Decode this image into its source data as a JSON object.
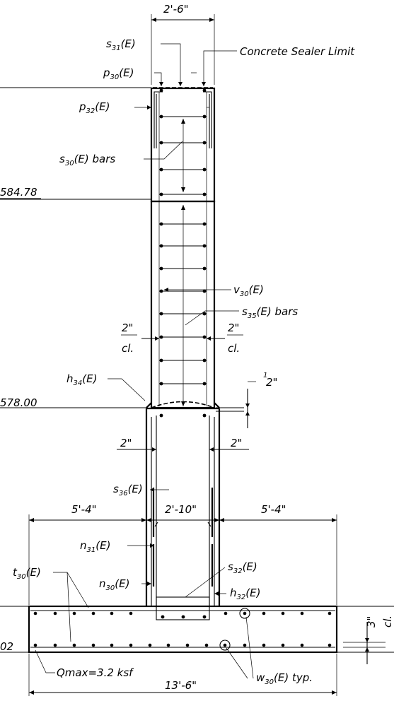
{
  "elevations": {
    "el_584": "584.78",
    "el_578": "578.00",
    "el_footing": "02"
  },
  "dimensions": {
    "top_width": "2'-6\"",
    "left_footing": "5'-4\"",
    "stem_width": "2'-10\"",
    "right_footing": "5'-4\"",
    "total_footing": "13'-6\"",
    "cover_2in": "2\"",
    "cl": "cl.",
    "half_in_num": "1",
    "half_in_den": "2\"",
    "three_in": "3\""
  },
  "labels": {
    "s31": "s",
    "s31_sub": "31",
    "s31_suf": "(E)",
    "p30": "p",
    "p30_sub": "30",
    "p30_suf": "(E)",
    "p32": "p",
    "p32_sub": "32",
    "p32_suf": "(E)",
    "s30": "s",
    "s30_sub": "30",
    "s30_suf": "(E) bars",
    "v30": "v",
    "v30_sub": "30",
    "v30_suf": "(E)",
    "s35": "s",
    "s35_sub": "35",
    "s35_suf": "(E) bars",
    "h34": "h",
    "h34_sub": "34",
    "h34_suf": "(E)",
    "s36": "s",
    "s36_sub": "36",
    "s36_suf": "(E)",
    "n31": "n",
    "n31_sub": "31",
    "n31_suf": "(E)",
    "s32": "s",
    "s32_sub": "32",
    "s32_suf": "(E)",
    "t30": "t",
    "t30_sub": "30",
    "t30_suf": "(E)",
    "n30": "n",
    "n30_sub": "30",
    "n30_suf": "(E)",
    "h32": "h",
    "h32_sub": "32",
    "h32_suf": "(E)",
    "w30": "w",
    "w30_sub": "30",
    "w30_suf": "(E) typ.",
    "sealer": "Concrete Sealer Limit",
    "qmax": "Qmax=3.2 ksf"
  }
}
